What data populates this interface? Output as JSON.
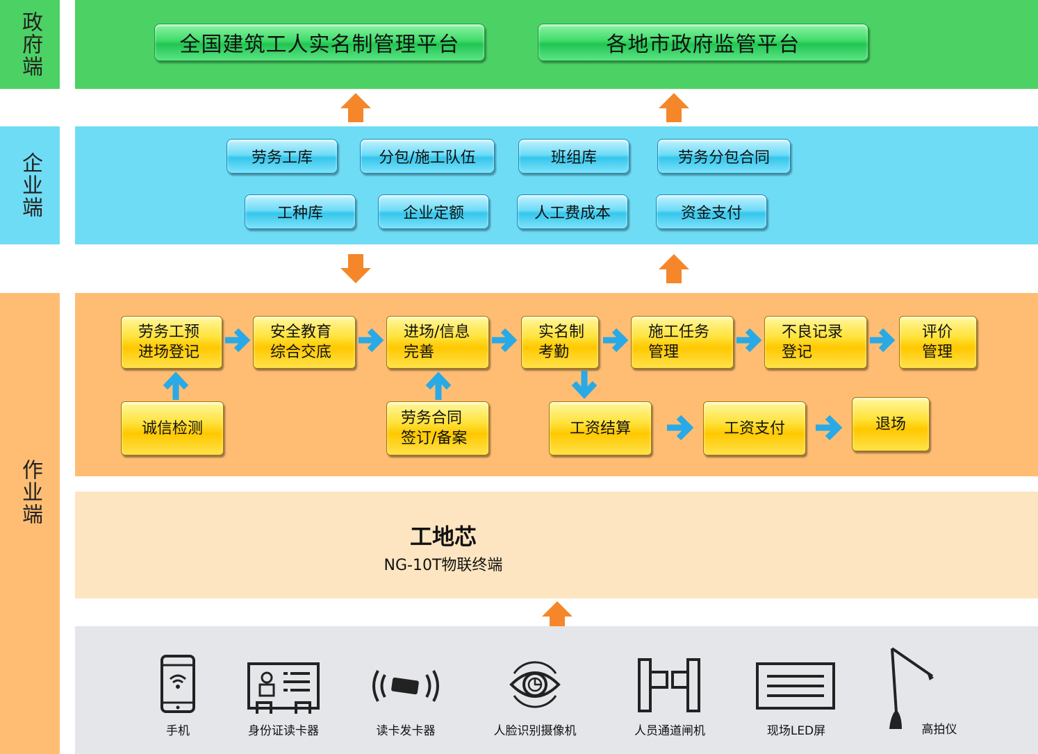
{
  "side_labels": {
    "gov": "政府端",
    "enterprise": "企业端",
    "operation": "作业端"
  },
  "gov": {
    "buttons": [
      "全国建筑工人实名制管理平台",
      "各地市政府监管平台"
    ]
  },
  "enterprise": {
    "row1": [
      "劳务工库",
      "分包/施工队伍",
      "班组库",
      "劳务分包合同"
    ],
    "row2": [
      "工种库",
      "企业定额",
      "人工费成本",
      "资金支付"
    ]
  },
  "operation": {
    "flow": [
      "劳务工预\n进场登记",
      "安全教育\n综合交底",
      "进场/信息\n完善",
      "实名制\n考勤",
      "施工任务\n管理",
      "不良记录\n登记",
      "评价\n管理"
    ],
    "row2": [
      "诚信检测",
      "劳务合同\n签订/备案",
      "工资结算",
      "工资支付",
      "退场"
    ]
  },
  "chip": {
    "title": "工地芯",
    "subtitle": "NG-10T物联终端"
  },
  "devices": [
    {
      "icon": "mobile-phone-icon",
      "label": "手机"
    },
    {
      "icon": "id-card-reader-icon",
      "label": "身份证读卡器"
    },
    {
      "icon": "card-reader-icon",
      "label": "读卡发卡器"
    },
    {
      "icon": "face-camera-icon",
      "label": "人脸识别摄像机"
    },
    {
      "icon": "turnstile-gate-icon",
      "label": "人员通道闸机"
    },
    {
      "icon": "led-screen-icon",
      "label": "现场LED屏"
    },
    {
      "icon": "document-camera-icon",
      "label": "高拍仪"
    }
  ],
  "colors": {
    "gov": "#4cd164",
    "enterprise": "#6fdcf5",
    "operation": "#ffbd73",
    "chip": "#fce5c0",
    "devices": "#e4e6ea",
    "up_arrow": "#f5862a",
    "flow_arrow": "#29a9e6"
  }
}
